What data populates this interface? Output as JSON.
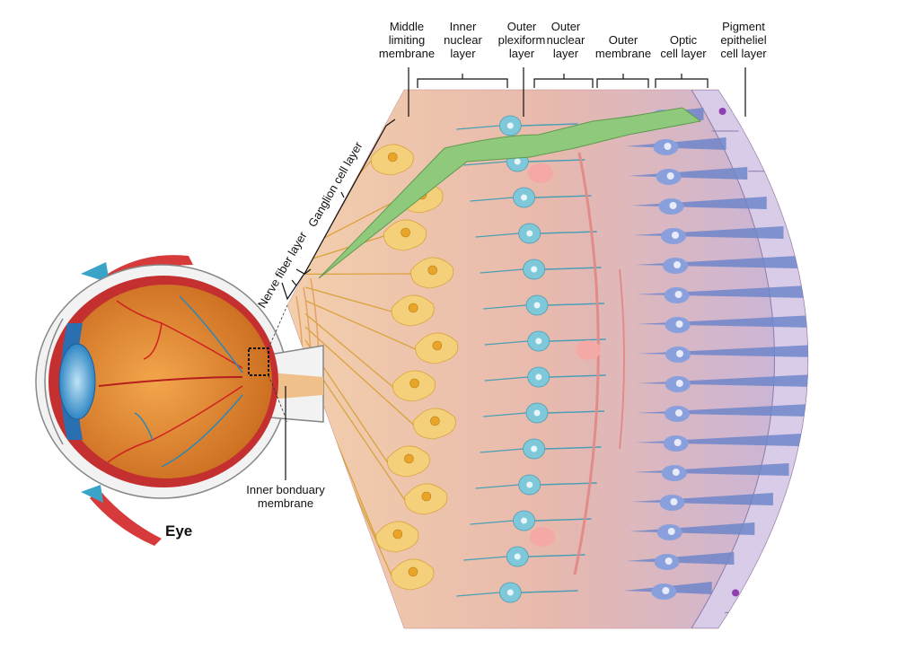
{
  "diagram": {
    "layer_labels": {
      "middle_limiting": [
        "Middle",
        "limiting",
        "membrane"
      ],
      "inner_nuclear": [
        "Inner",
        "nuclear",
        "layer"
      ],
      "outer_plexiform": [
        "Outer",
        "plexiform",
        "layer"
      ],
      "outer_nuclear": [
        "Outer",
        "nuclear",
        "layer"
      ],
      "outer_membrane": [
        "Outer",
        "membrane"
      ],
      "optic_cell": [
        "Optic",
        "cell layer"
      ],
      "pigment_epithelial": [
        "Pigment",
        "epitheliel",
        "cell layer"
      ]
    },
    "ganglion_cell_layer": "Ganglion cell layer",
    "nerve_fiber_layer": "Nerve fiber layer",
    "inner_boundary_membrane": [
      "Inner bonduary",
      "membrane"
    ],
    "eye_title": "Eye",
    "colors": {
      "retina_bg_start": "#f1c8a2",
      "retina_bg_end": "#c9b3d9",
      "ganglion": "#f5d07a",
      "bipolar": "#7ec8da",
      "horizontal": "#f4a9a6",
      "photoreceptor": "#6f86c9",
      "pigment": "#d9cce8",
      "nerve_fiber": "#8fc97b",
      "eyeball": "#e48a2c"
    }
  }
}
